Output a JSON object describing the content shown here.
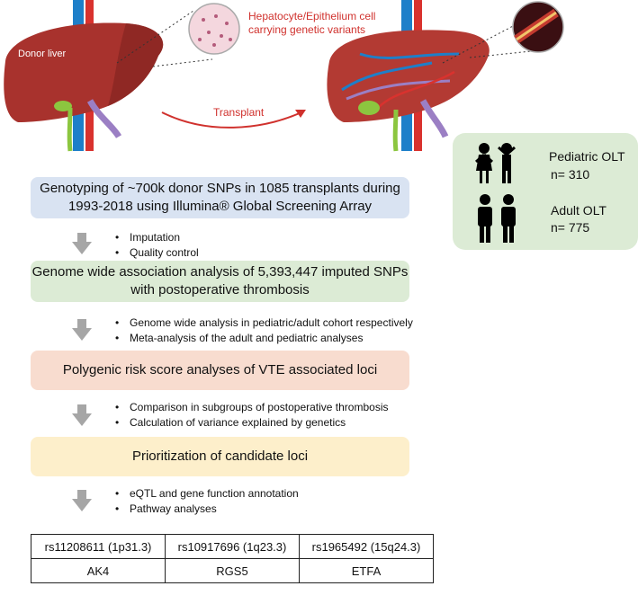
{
  "labels": {
    "donor_liver": "Donor liver",
    "hepatocyte_line1": "Hepatocyte/Epithelium cell",
    "hepatocyte_line2": "carrying genetic variants",
    "transplant": "Transplant"
  },
  "cohorts": {
    "pediatric_title": "Pediatric OLT",
    "pediatric_n": "n= 310",
    "adult_title": "Adult OLT",
    "adult_n": "n= 775"
  },
  "steps": [
    {
      "line1": "Genotyping of ~700k donor SNPs in 1085 transplants during",
      "line2": "1993-2018 using Illumina® Global Screening Array"
    },
    {
      "line1": "Genome wide association analysis of 5,393,447 imputed SNPs",
      "line2": "with postoperative thrombosis"
    },
    {
      "line1": "Polygenic risk score analyses of VTE associated loci"
    },
    {
      "line1": "Prioritization of candidate loci"
    }
  ],
  "bullets": [
    [
      "Imputation",
      "Quality control"
    ],
    [
      "Genome wide analysis in pediatric/adult cohort respectively",
      "Meta-analysis of the adult and pediatric analyses"
    ],
    [
      "Comparison in subgroups of postoperative thrombosis",
      "Calculation of variance explained by genetics"
    ],
    [
      "eQTL and gene function annotation",
      "Pathway analyses"
    ]
  ],
  "table": {
    "snps": [
      "rs11208611 (1p31.3)",
      "rs10917696 (1q23.3)",
      "rs1965492 (15q24.3)"
    ],
    "genes": [
      "AK4",
      "RGS5",
      "ETFA"
    ]
  },
  "colors": {
    "liver": "#a8322d",
    "vein": "#1e7fc9",
    "artery": "#d9322e",
    "portal": "#9b7fc4",
    "bile": "#8cc63f",
    "label_red": "#d0312d",
    "arrow_gray": "#a6a6a6"
  }
}
